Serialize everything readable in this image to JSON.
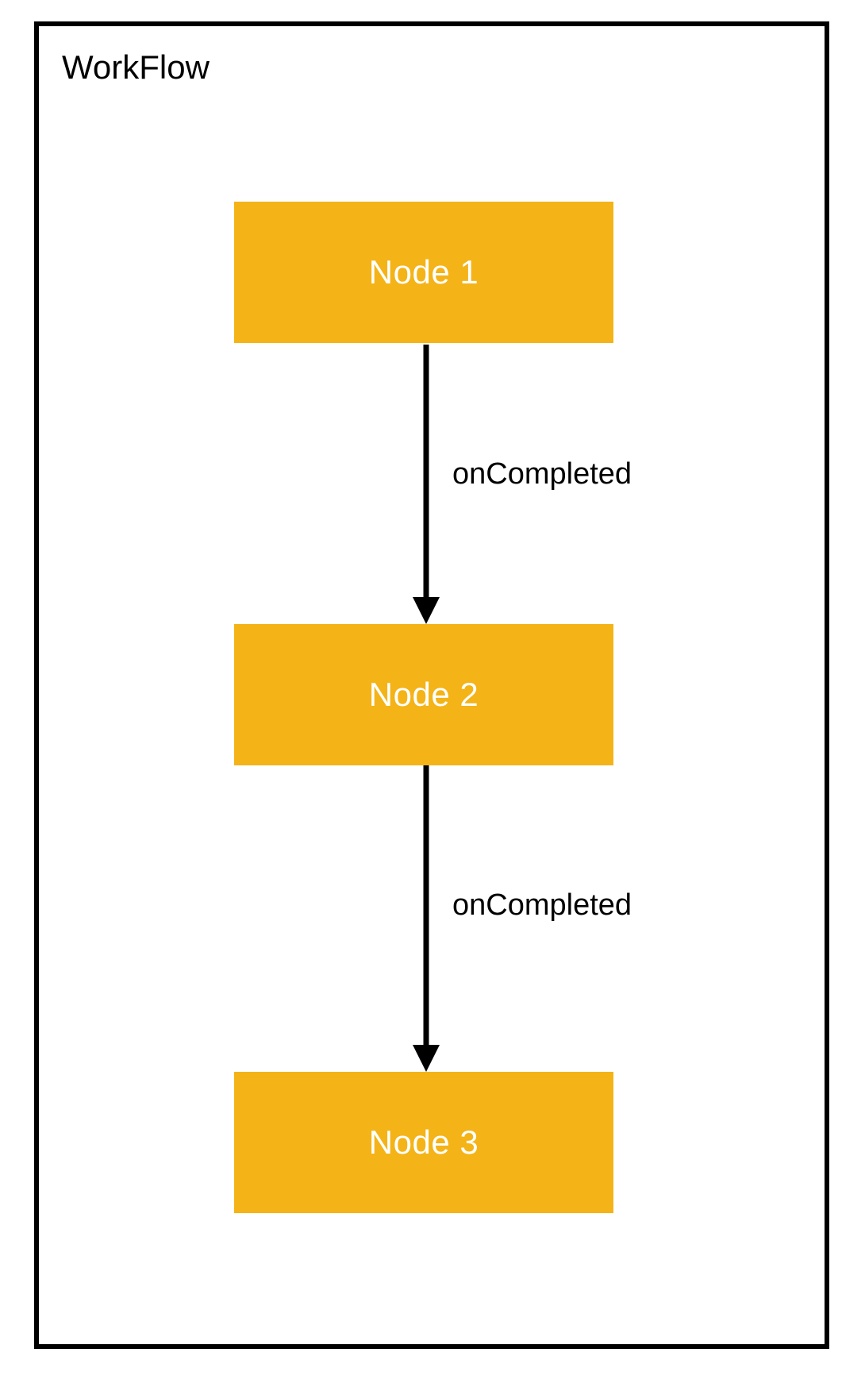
{
  "workflow": {
    "title": "WorkFlow",
    "nodes": [
      {
        "label": "Node 1"
      },
      {
        "label": "Node 2"
      },
      {
        "label": "Node 3"
      }
    ],
    "edges": [
      {
        "from": "Node 1",
        "to": "Node 2",
        "label": "onCompleted"
      },
      {
        "from": "Node 2",
        "to": "Node 3",
        "label": "onCompleted"
      }
    ]
  },
  "colors": {
    "node_fill": "#F4B317",
    "node_text": "#FFFFFF",
    "frame_border": "#000000",
    "arrow": "#000000"
  }
}
